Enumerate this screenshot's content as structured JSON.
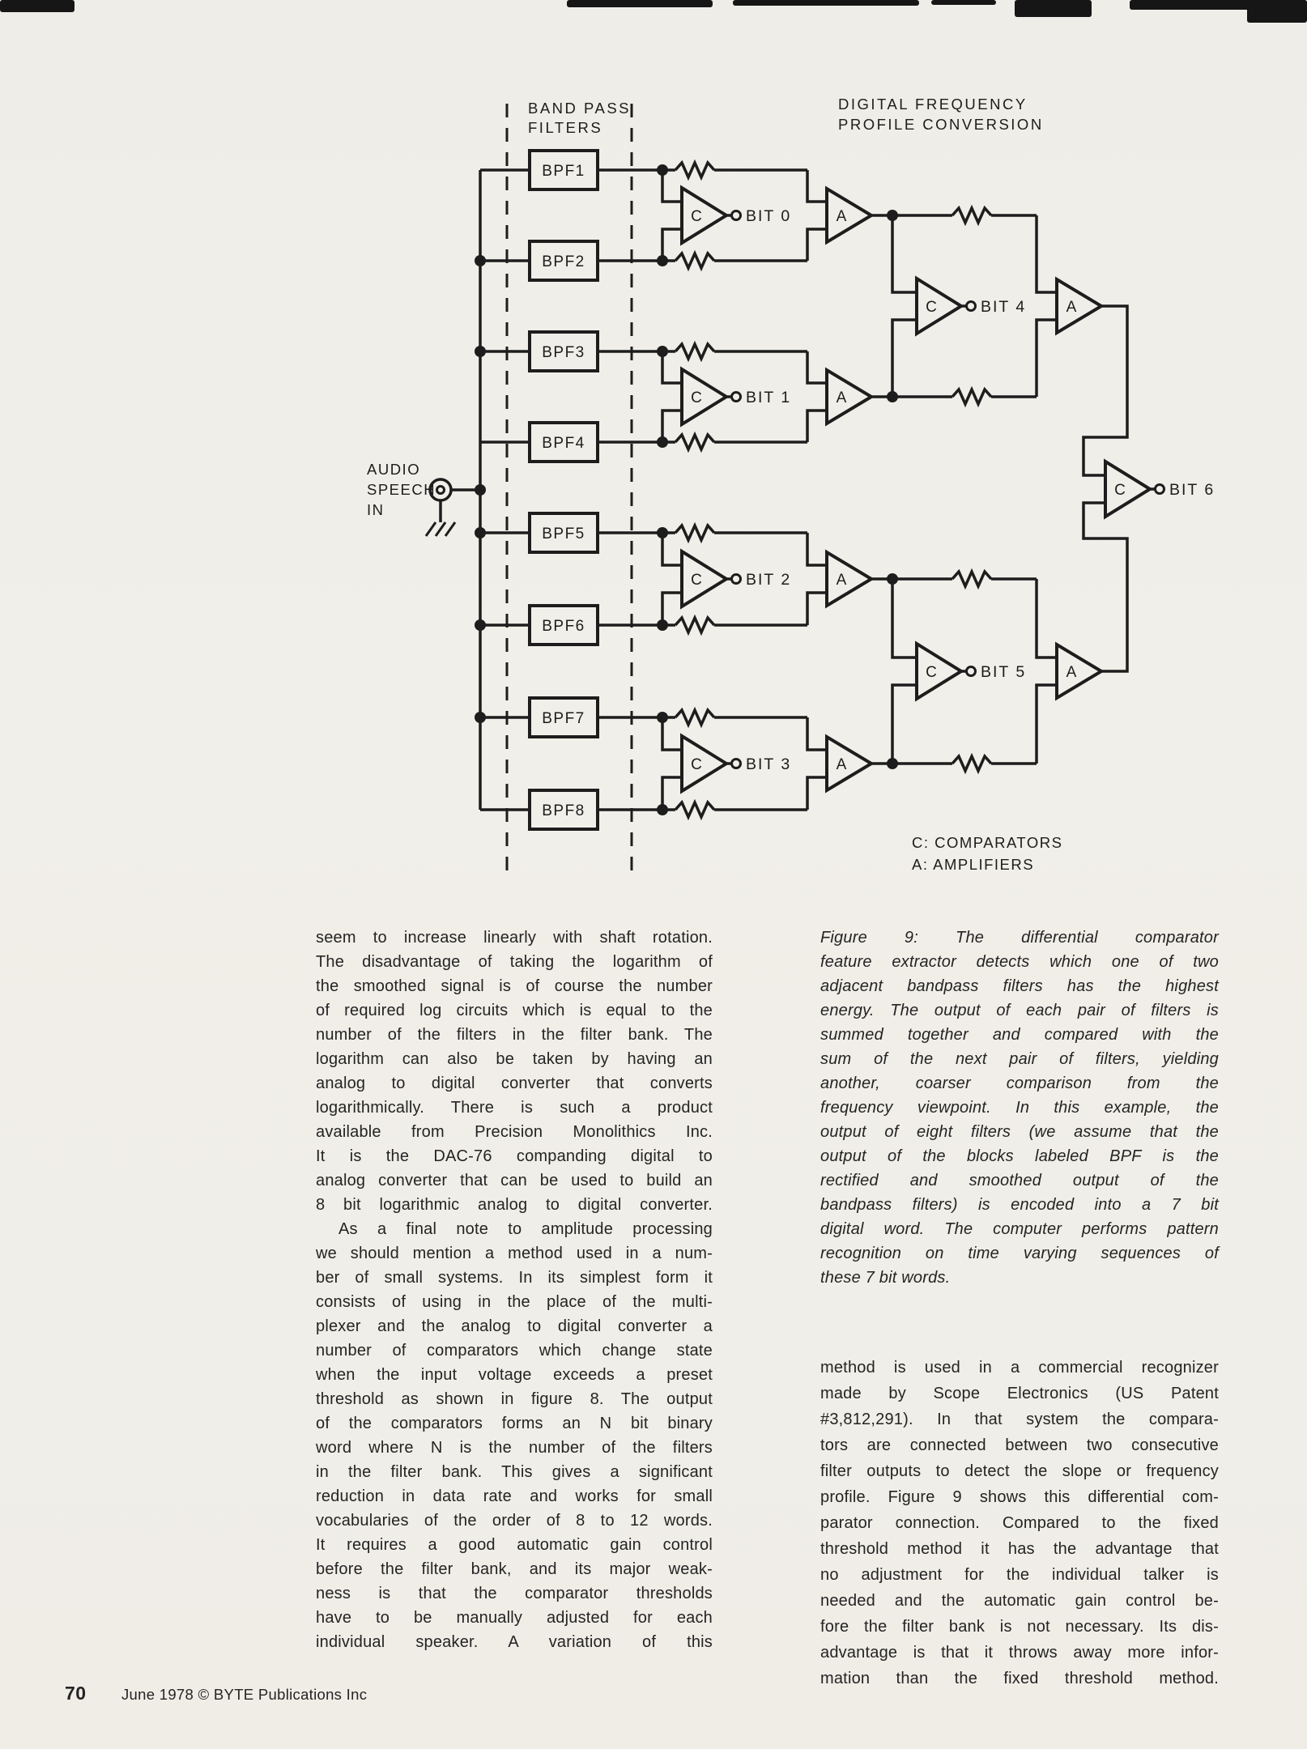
{
  "page": {
    "number": "70",
    "footer": "June 1978 © BYTE Publications Inc"
  },
  "diagram": {
    "labels": {
      "bandpass_line1": "BAND PASS",
      "bandpass_line2": "FILTERS",
      "conversion_line1": "DIGITAL FREQUENCY",
      "conversion_line2": "PROFILE CONVERSION",
      "input_line1": "AUDIO",
      "input_line2": "SPEECH",
      "input_line3": "IN",
      "legend_line1": "C: COMPARATORS",
      "legend_line2": "A: AMPLIFIERS"
    },
    "comparator_letter": "C",
    "amplifier_letter": "A",
    "filters": [
      "BPF1",
      "BPF2",
      "BPF3",
      "BPF4",
      "BPF5",
      "BPF6",
      "BPF7",
      "BPF8"
    ],
    "bits": [
      "BIT 0",
      "BIT 1",
      "BIT 2",
      "BIT 3",
      "BIT 4",
      "BIT 5",
      "BIT 6"
    ]
  },
  "article": {
    "left_column": [
      "seem to increase linearly with shaft rotation.",
      "The disadvantage of taking the logarithm of",
      "the smoothed signal is of course the number",
      "of required log circuits which is equal to the",
      "number of the filters in the filter bank. The",
      "logarithm can also be taken by having an",
      "analog to digital converter that converts",
      "logarithmically. There is such a product",
      "available from Precision Monolithics Inc.",
      "It is the DAC-76 companding digital to",
      "analog converter that can be used to build an",
      "8 bit logarithmic analog to digital converter.",
      "As a final note to amplitude processing",
      "we should mention a method used in a num-",
      "ber of small systems. In its simplest form it",
      "consists of using in the place of the multi-",
      "plexer and the analog to digital converter a",
      "number of comparators which change state",
      "when the input voltage exceeds a preset",
      "threshold as shown in figure 8. The output",
      "of the comparators forms an N bit binary",
      "word where N is the number of the filters",
      "in the filter bank. This gives a significant",
      "reduction in data rate and works for small",
      "vocabularies of the order of 8 to 12 words.",
      "It requires a good automatic gain control",
      "before the filter bank, and its major weak-",
      "ness is that the comparator thresholds",
      "have to be manually adjusted for each",
      "individual speaker. A variation of this"
    ],
    "caption": [
      "Figure 9: The differential comparator",
      "feature extractor detects which one of two",
      "adjacent bandpass filters has the highest",
      "energy. The output of each pair of filters is",
      "summed together and compared with the",
      "sum of the next pair of filters, yielding",
      "another, coarser comparison from the",
      "frequency viewpoint. In this example, the",
      "output of eight filters (we assume that the",
      "output of the blocks labeled BPF is the",
      "rectified and smoothed output of the",
      "bandpass filters) is encoded into a 7 bit",
      "digital word. The computer performs pattern",
      "recognition on time varying sequences of",
      "these 7 bit words."
    ],
    "right_column": [
      "method is used in a commercial recognizer",
      "made by Scope Electronics (US Patent",
      "#3,812,291). In that system the compara-",
      "tors are connected between two consecutive",
      "filter outputs to detect the slope or frequency",
      "profile. Figure 9 shows this differential com-",
      "parator connection. Compared to the fixed",
      "threshold method it has the advantage that",
      "no adjustment for the individual talker is",
      "needed and the automatic gain control be-",
      "fore the filter bank is not necessary. Its dis-",
      "advantage is that it throws away more infor-",
      "mation than the fixed threshold method."
    ]
  }
}
